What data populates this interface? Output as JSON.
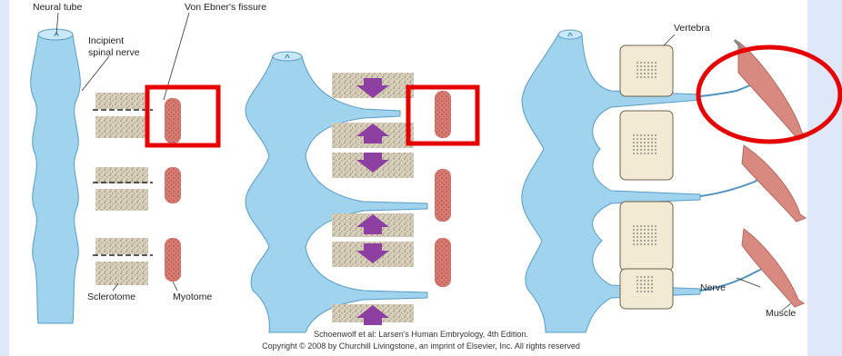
{
  "labels": {
    "neural_tube": "Neural tube",
    "von_ebner": "Von Ebner's fissure",
    "incipient_line1": "Incipient",
    "incipient_line2": "spinal nerve",
    "sclerotome": "Sclerotome",
    "myotome": "Myotome",
    "vertebra": "Vertebra",
    "nerve": "Nerve",
    "muscle": "Muscle"
  },
  "credit": {
    "line1": "Schoenwolf et al: Larsen's Human Embryology, 4th Edition.",
    "line2": "Copyright © 2008 by Churchill Livingstone, an imprint of Elsevier, Inc. All rights reserved"
  },
  "colors": {
    "background": "#dfe8f8",
    "panel": "#ffffff",
    "neural_tube": "#9fd3ee",
    "sclerotome": "#cfc5ad",
    "myotome": "#d47872",
    "arrow": "#8e3fa2",
    "vertebra": "#f2ead2",
    "muscle": "#d98a80",
    "highlight": "#e60000"
  }
}
